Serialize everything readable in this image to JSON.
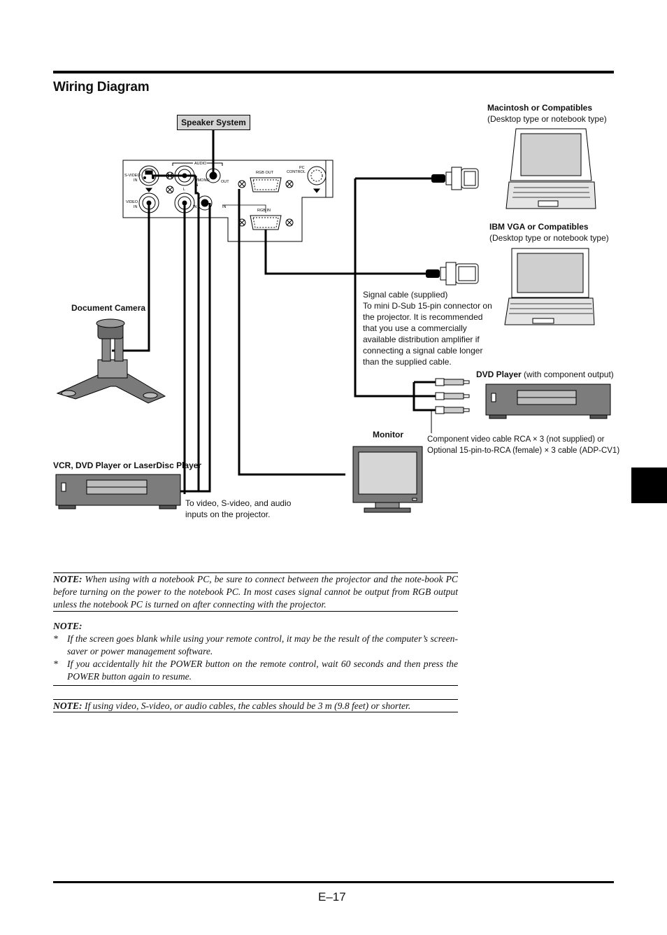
{
  "page": {
    "title": "Wiring Diagram",
    "page_number": "E–17"
  },
  "diagram": {
    "speaker_system": "Speaker System",
    "macintosh": {
      "title": "Macintosh or Compatibles",
      "subtitle": "(Desktop type or notebook type)"
    },
    "ibm": {
      "title": "IBM VGA or Compatibles",
      "subtitle": "(Desktop type or notebook type)"
    },
    "signal_cable": [
      "Signal cable (supplied)",
      "To mini D-Sub 15-pin connector on",
      "the projector. It is recommended",
      "that you use a commercially",
      "available distribution amplifier if",
      "connecting a signal cable longer",
      "than the supplied cable."
    ],
    "document_camera": "Document Camera",
    "dvd_player": {
      "title": "DVD Player",
      "suffix": " (with component output)"
    },
    "monitor": "Monitor",
    "component_cable": [
      "Component video cable RCA × 3 (not supplied) or",
      "Optional 15-pin-to-RCA (female) × 3 cable (ADP-CV1)"
    ],
    "vcr": "VCR, DVD Player or LaserDisc Player",
    "video_inputs": [
      "To video, S-video, and audio",
      "inputs on the projector."
    ],
    "panel": {
      "audio": "AUDIO",
      "s_video_in": [
        "S-VIDEO",
        "IN"
      ],
      "video_in": [
        "VIDEO",
        "IN"
      ],
      "mono": "L/MONO",
      "in_small": "IN",
      "out": "OUT",
      "l": "L",
      "r": "R",
      "rgb_out": "RGB  OUT",
      "pc_control": [
        "PC",
        "CONTROL"
      ],
      "rgb_in": "RGB  IN",
      "in_label": "IN"
    }
  },
  "notes": {
    "note1_label": "NOTE:",
    "note1_text": "When using with a notebook PC, be sure to connect between the projector and the note-book PC before turning on the power to the notebook PC. In most cases signal cannot be output from RGB output unless the notebook PC is turned on after connecting with the projector.",
    "note2_label": "NOTE:",
    "note2_items": [
      "If the screen goes blank while using your remote control, it may be the result of the computer’s screen-saver or power management software.",
      "If you accidentally hit the POWER button on the remote control, wait 60 seconds and then press the POWER button again to resume."
    ],
    "bullet_mark": "*",
    "note3_label": "NOTE:",
    "note3_text": "If using video, S-video, or audio cables, the cables should be 3 m (9.8 feet) or shorter."
  }
}
